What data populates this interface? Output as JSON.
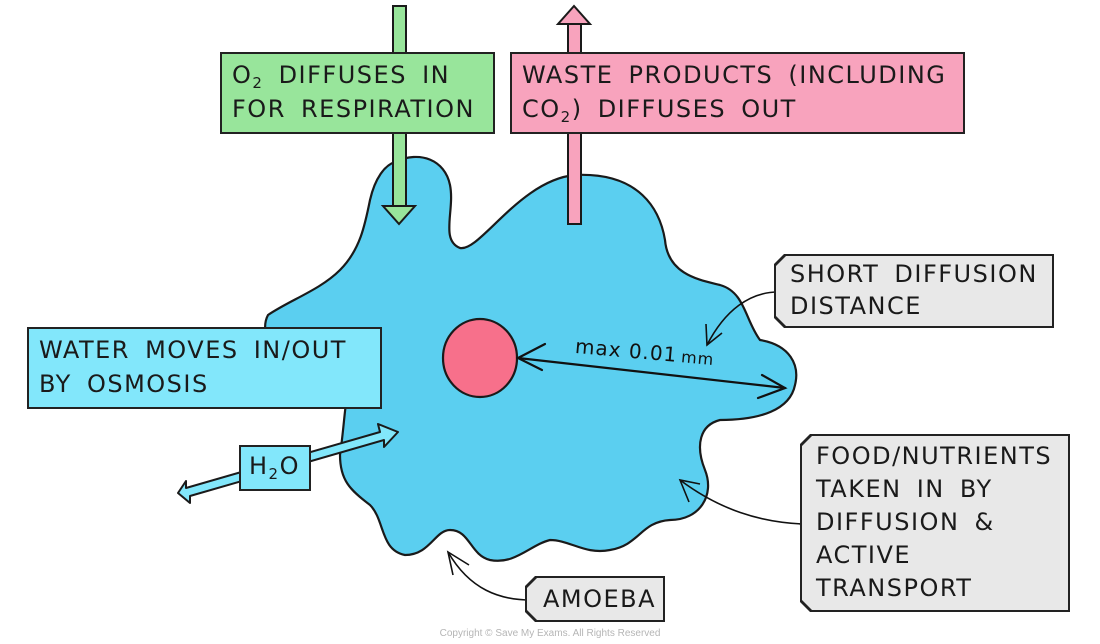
{
  "diagram": {
    "title": "Amoeba - exchange of substances by diffusion",
    "labels": {
      "oxygen_line1_prefix": "O",
      "oxygen_line1_sub": "2",
      "oxygen_line1_rest": " DIFFUSES IN",
      "oxygen_line2": "FOR RESPIRATION",
      "waste_line1": "WASTE PRODUCTS (INCLUDING",
      "waste_line2_prefix": "CO",
      "waste_line2_sub": "2",
      "waste_line2_rest": ") DIFFUSES OUT",
      "water_line1": "WATER MOVES IN/OUT",
      "water_line2": "BY OSMOSIS",
      "h2o_prefix": "H",
      "h2o_sub": "2",
      "h2o_rest": "O",
      "short_line1": "SHORT DIFFUSION",
      "short_line2": "DISTANCE",
      "food_lines": [
        "FOOD/NUTRIENTS",
        "TAKEN IN BY",
        "DIFFUSION &",
        "ACTIVE",
        "TRANSPORT"
      ],
      "amoeba": "AMOEBA",
      "distance_value": "max 0.01",
      "distance_unit": "mm"
    },
    "colors": {
      "cell": "#5bcff0",
      "nucleus": "#f7708b",
      "oxygen": "#98e59b",
      "waste": "#f8a3bd",
      "water": "#82e7fb",
      "tag": "#e8e8e8"
    },
    "copyright": "Copyright © Save My Exams. All Rights Reserved"
  }
}
